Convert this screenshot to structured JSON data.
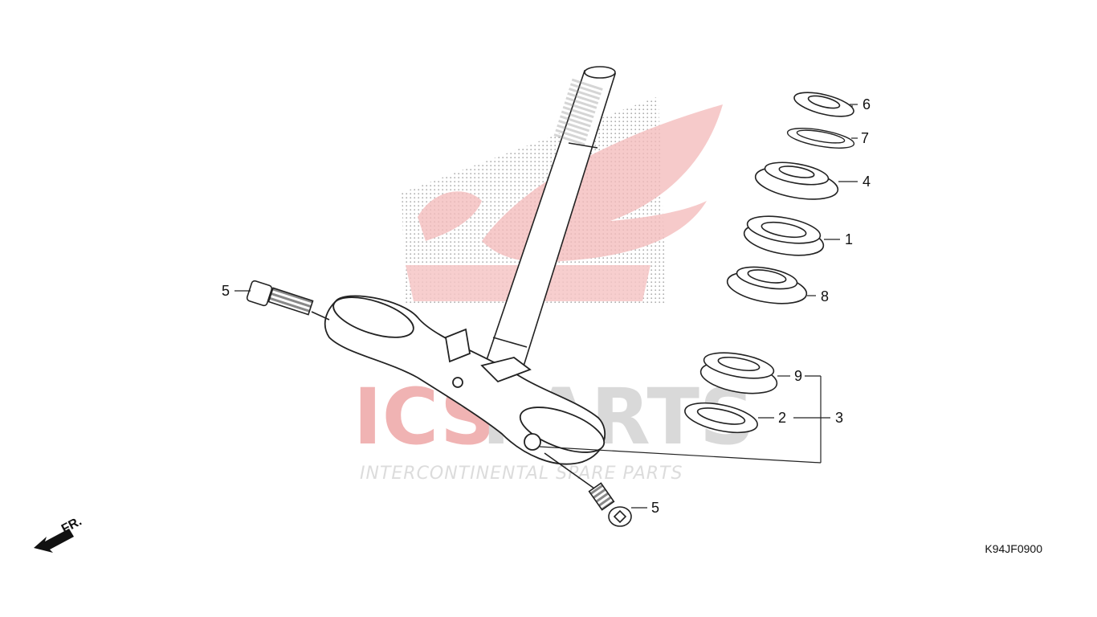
{
  "watermark": {
    "brand_left": "ICS",
    "brand_right": "PARTS",
    "tagline": "INTERCONTINENTAL SPARE PARTS",
    "brand_color": "#e23b3b",
    "gray": "#cfcfcf"
  },
  "callouts": {
    "p6": "6",
    "p7": "7",
    "p4": "4",
    "p1": "1",
    "p8": "8",
    "p9": "9",
    "p2": "2",
    "p3": "3",
    "p5_top": "5",
    "p5_bottom": "5"
  },
  "direction_label": "FR.",
  "diagram_code": "K94JF0900"
}
